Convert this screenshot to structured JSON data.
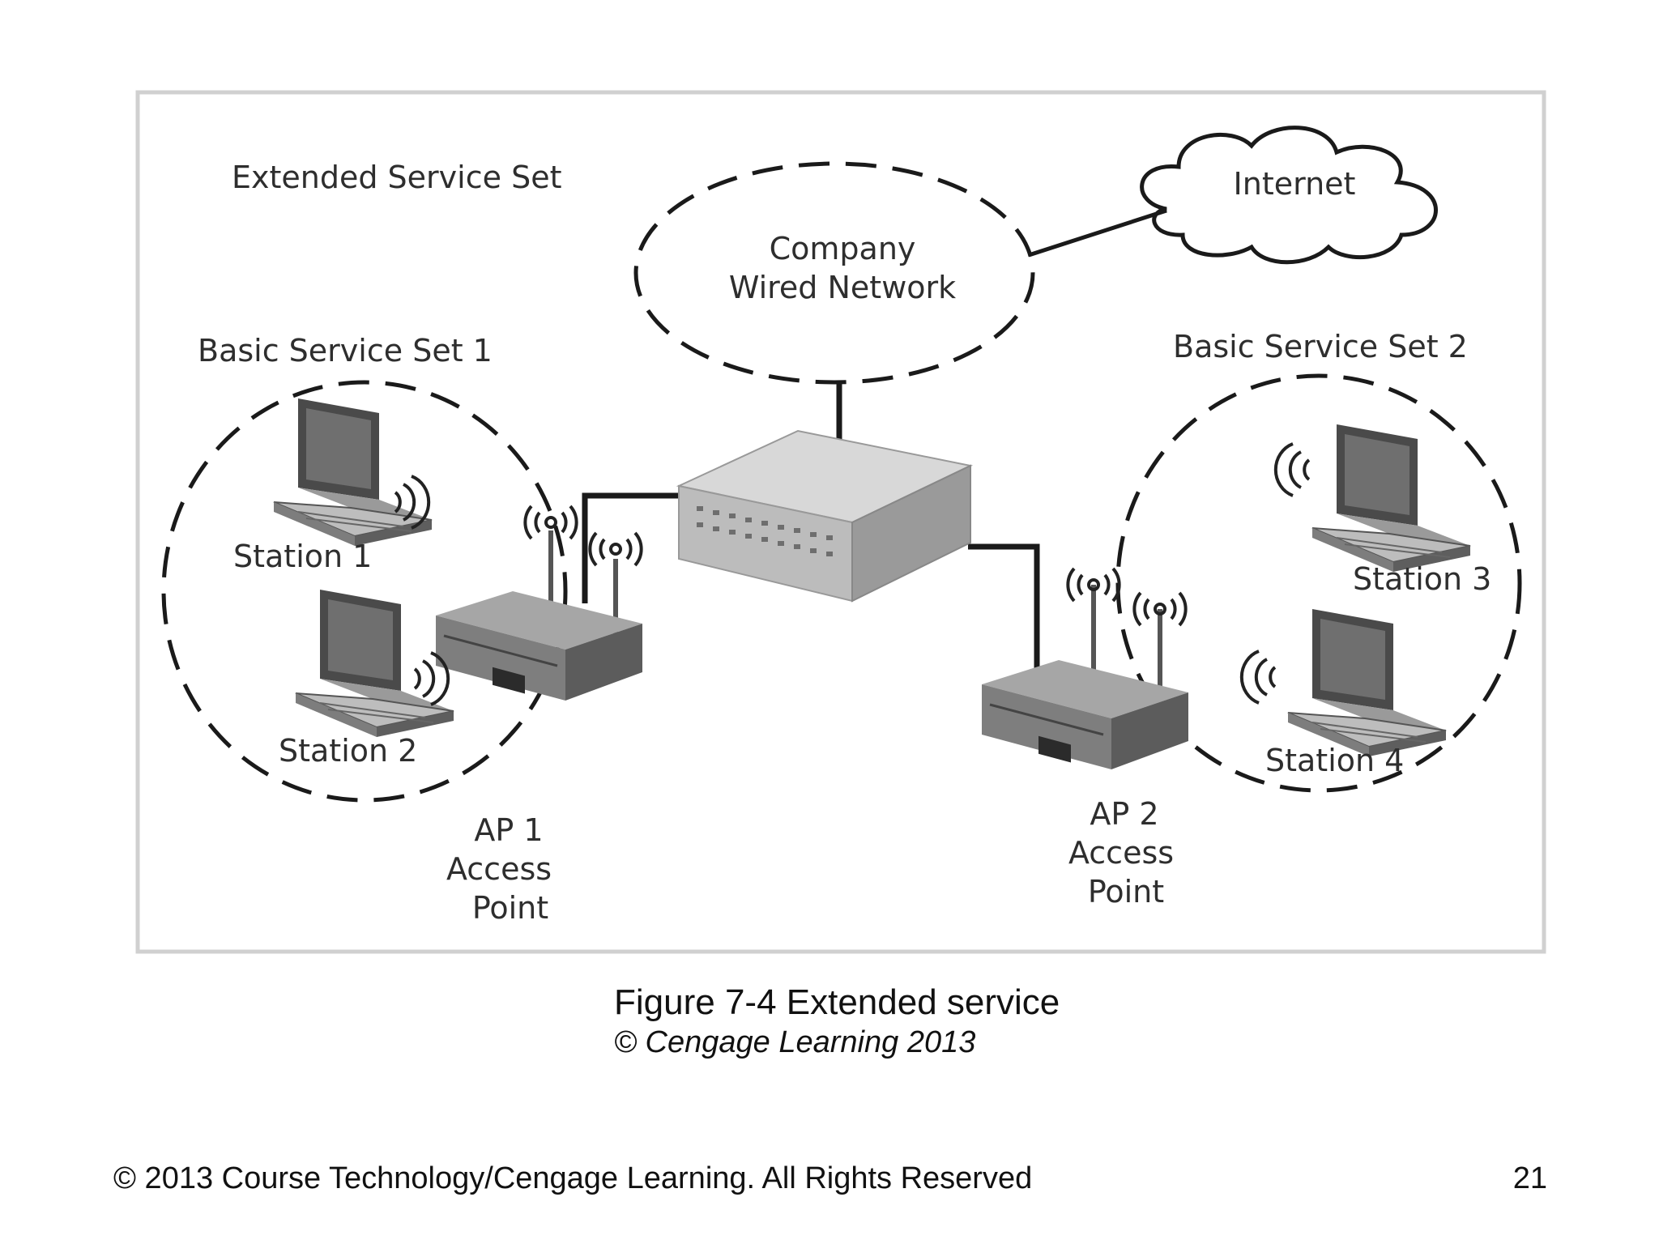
{
  "diagram": {
    "labels": {
      "ess": "Extended Service Set",
      "company_line1": "Company",
      "company_line2": "Wired Network",
      "internet": "Internet",
      "bss1": "Basic Service Set 1",
      "bss2": "Basic Service Set 2",
      "station1": "Station 1",
      "station2": "Station 2",
      "station3": "Station 3",
      "station4": "Station 4",
      "ap1_line1": "AP 1",
      "ap1_line2": "Access",
      "ap1_line3": "Point",
      "ap2_line1": "AP 2",
      "ap2_line2": "Access",
      "ap2_line3": "Point"
    }
  },
  "caption": {
    "figure": "Figure 7-4 Extended service",
    "credit": "© Cengage Learning 2013"
  },
  "footer": {
    "copyright": "© 2013 Course Technology/Cengage Learning. All Rights Reserved",
    "page_number": "21"
  },
  "colors": {
    "frame": "#d0d0d0",
    "line": "#1a1a1a",
    "device": "#8a8a8a"
  }
}
